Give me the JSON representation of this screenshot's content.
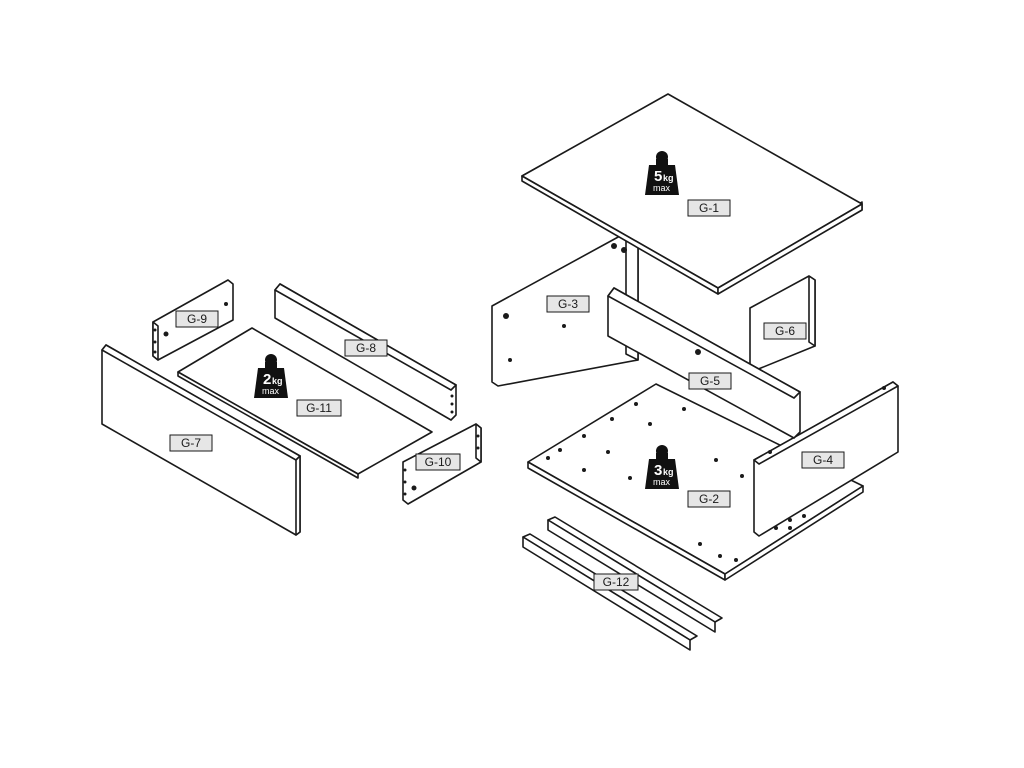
{
  "parts": {
    "g1": "G-1",
    "g2": "G-2",
    "g3": "G-3",
    "g4": "G-4",
    "g5": "G-5",
    "g6": "G-6",
    "g7": "G-7",
    "g8": "G-8",
    "g9": "G-9",
    "g10": "G-10",
    "g11": "G-11",
    "g12": "G-12"
  },
  "weights": {
    "top": {
      "value": "5",
      "unit": "kg",
      "label": "max"
    },
    "bottom": {
      "value": "3",
      "unit": "kg",
      "label": "max"
    },
    "drawer": {
      "value": "2",
      "unit": "kg",
      "label": "max"
    }
  },
  "colors": {
    "line": "#1a1a1a",
    "tag_fill": "#e6e6e6",
    "weight_icon": "#111111"
  },
  "icons": {
    "weight": "weight-icon"
  }
}
